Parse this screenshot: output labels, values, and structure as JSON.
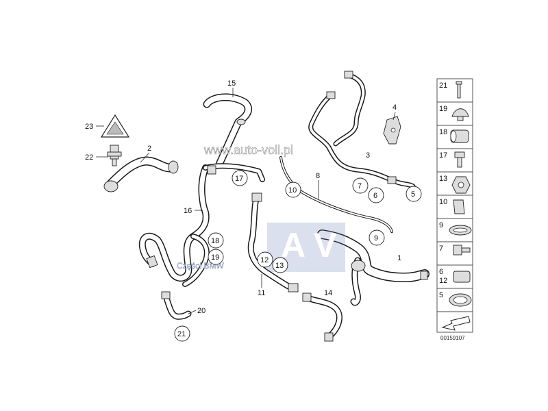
{
  "diagram": {
    "callouts_plain": {
      "c1": "1",
      "c2": "2",
      "c3": "3",
      "c4": "4",
      "c8": "8",
      "c11": "11",
      "c14": "14",
      "c15": "15",
      "c16": "16",
      "c20": "20",
      "c22": "22",
      "c23": "23"
    },
    "callouts_circled": {
      "c5": "5",
      "c6": "6",
      "c7": "7",
      "c9": "9",
      "c10": "10",
      "c12": "12",
      "c13": "13",
      "c17": "17",
      "c18": "18",
      "c19": "19",
      "c21": "21"
    },
    "legend_panel": {
      "rows": [
        "21",
        "19",
        "18",
        "17",
        "13",
        "10",
        "9",
        "7",
        "6",
        "5"
      ],
      "row6_extra": "12"
    },
    "watermark": "www.auto-voll.pl",
    "badge_letters": "A V",
    "badge_caption": "Części BMW",
    "document_number": "00159107"
  }
}
